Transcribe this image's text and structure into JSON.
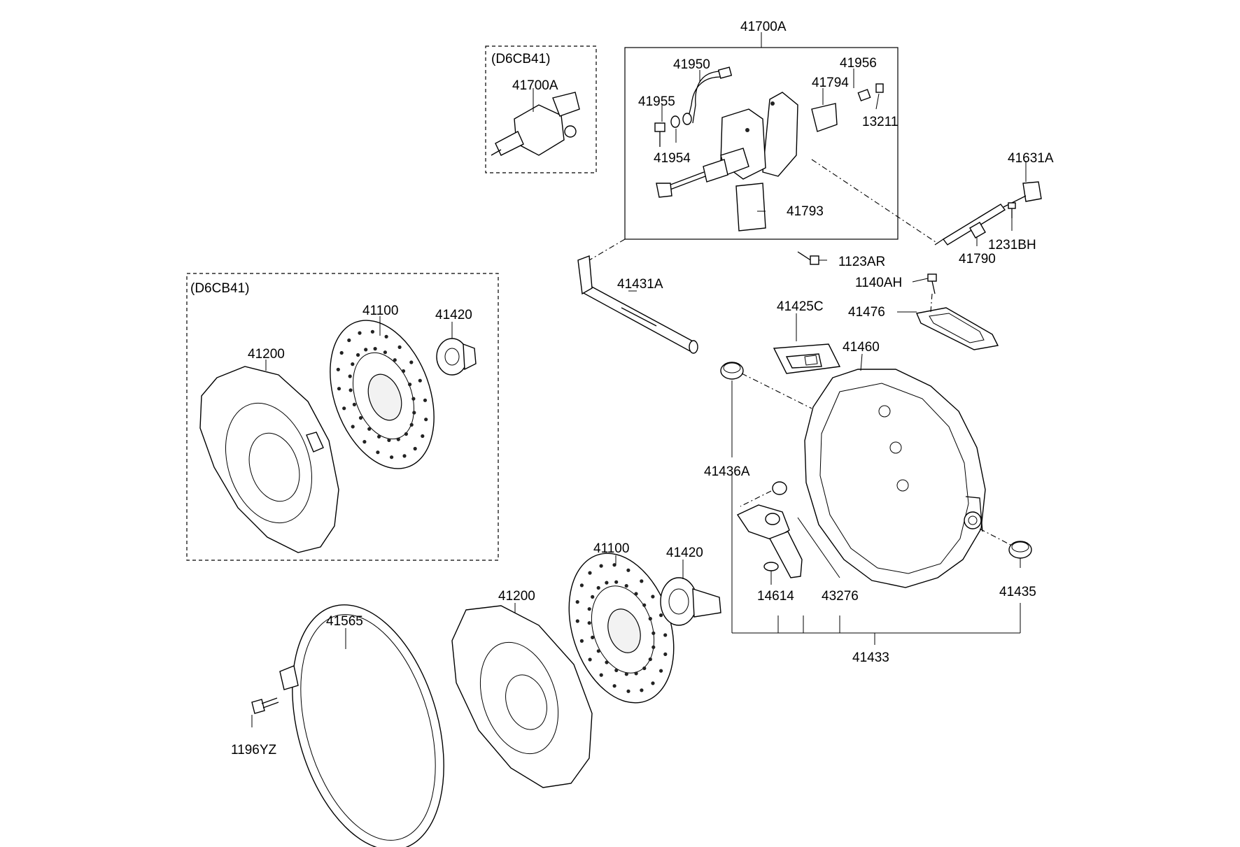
{
  "labels": {
    "l41700A_top": "41700A",
    "d6cb41_top": "(D6CB41)",
    "l41700A_inset": "41700A",
    "l41950": "41950",
    "l41956": "41956",
    "l41794": "41794",
    "l41955": "41955",
    "l13211": "13211",
    "l41954": "41954",
    "l41631A": "41631A",
    "l41793": "41793",
    "l1231BH": "1231BH",
    "l41790": "41790",
    "l1123AR": "1123AR",
    "d6cb41_left": "(D6CB41)",
    "l1140AH": "1140AH",
    "l41431A": "41431A",
    "l41100_a": "41100",
    "l41420_a": "41420",
    "l41425C": "41425C",
    "l41476": "41476",
    "l41200_a": "41200",
    "l41460": "41460",
    "l41436A": "41436A",
    "l41100_b": "41100",
    "l41420_b": "41420",
    "l41200_b": "41200",
    "l14614": "14614",
    "l43276": "43276",
    "l41435": "41435",
    "l41565": "41565",
    "l41433": "41433",
    "l1196YZ": "1196YZ"
  },
  "colors": {
    "line": "#000000",
    "background": "#ffffff"
  }
}
